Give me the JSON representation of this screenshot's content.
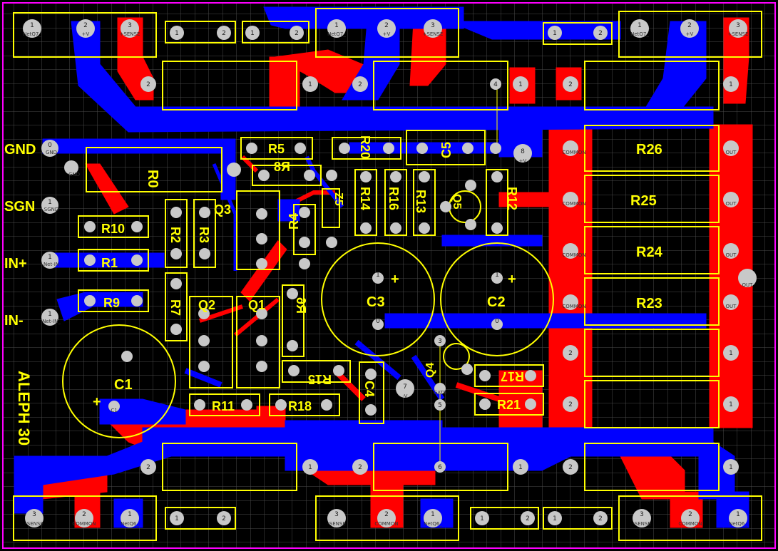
{
  "board": {
    "title": "ALEPH 30",
    "colors": {
      "background": "#000000",
      "top_copper": "#ff0000",
      "bottom_copper": "#0000ff",
      "silkscreen": "#ffff00",
      "outline": "#ff00ff",
      "pad": "#c0c0c0",
      "grid": "#4a4a4a"
    }
  },
  "edge_labels": [
    {
      "id": "gnd",
      "text": "GND"
    },
    {
      "id": "sgn",
      "text": "SGN"
    },
    {
      "id": "inp",
      "text": "IN+"
    },
    {
      "id": "inm",
      "text": "IN-"
    }
  ],
  "components": {
    "R0": "R0",
    "R1": "R1",
    "R2": "R2",
    "R3": "R3",
    "R4": "R4",
    "R5": "R5",
    "R6": "R6",
    "R7": "R7",
    "R8": "R8",
    "R9": "R9",
    "R10": "R10",
    "R11": "R11",
    "R12": "R12",
    "R13": "R13",
    "R14": "R14",
    "R15": "R15",
    "R16": "R16",
    "R17": "R17",
    "R18": "R18",
    "R20": "R20",
    "R21": "R21",
    "R23": "R23",
    "R24": "R24",
    "R25": "R25",
    "R26": "R26",
    "C1": "C1",
    "C2": "C2",
    "C3": "C3",
    "C4": "C4",
    "C5": "C5",
    "Q1": "Q1",
    "Q2": "Q2",
    "Q3": "Q3",
    "Q4": "Q4",
    "Q5": "Q5",
    "Z5": "Z5"
  },
  "pads": {
    "gnd_edge": [
      "0",
      "GND"
    ],
    "gnd2": [
      "",
      "GND"
    ],
    "sgnd_edge": [
      "1",
      "SGND"
    ],
    "inp_edge": [
      "1",
      "Net-IN"
    ],
    "inm_edge": [
      "1",
      "Net-IN_"
    ],
    "top_left_conn": [
      [
        "1",
        "NetQ7_"
      ],
      [
        "2",
        "+V"
      ],
      [
        "3",
        "+SENSE"
      ]
    ],
    "top_mid_conn": [
      [
        "1",
        "NetQ7_"
      ],
      [
        "2",
        "+V"
      ],
      [
        "3",
        "+SENSE"
      ]
    ],
    "top_right_conn": [
      [
        "1",
        "NetQ7_"
      ],
      [
        "2",
        "+V"
      ],
      [
        "3",
        "+SENSE"
      ]
    ],
    "bot_left_conn": [
      [
        "3",
        "-SENSE"
      ],
      [
        "2",
        "COMMON"
      ],
      [
        "1",
        "NetQ6_"
      ]
    ],
    "bot_mid_conn": [
      [
        "3",
        "-SENSE"
      ],
      [
        "2",
        "COMMON"
      ],
      [
        "1",
        "NetQ6_"
      ]
    ],
    "bot_right_conn": [
      [
        "3",
        "-SENSE"
      ],
      [
        "2",
        "COMMON"
      ],
      [
        "1",
        "NetQ6_"
      ]
    ],
    "common": "COMMON",
    "out": "OUT",
    "plus_v": "+V",
    "minus_v": "-V",
    "gate": "GATE",
    "c1": "C1",
    "num_4": "4",
    "num_5": "5",
    "num_6": "6",
    "num_7": "7",
    "num_8": "8",
    "num_0": "0",
    "num_1": "1",
    "num_2": "2",
    "num_3": "3"
  }
}
